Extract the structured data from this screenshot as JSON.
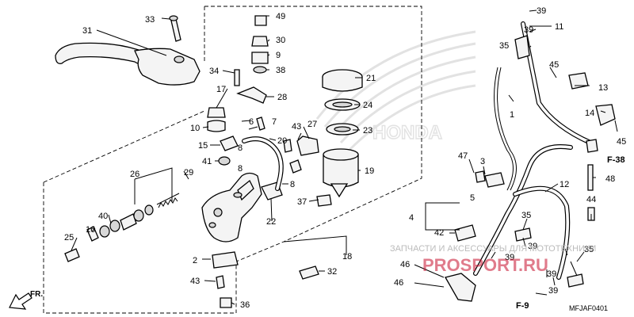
{
  "diagram": {
    "part_numbers": {
      "p1": "1",
      "p2": "2",
      "p3": "3",
      "p4": "4",
      "p5": "5",
      "p6": "6",
      "p7": "7",
      "p8a": "8",
      "p8b": "8",
      "p8c": "8",
      "p9": "9",
      "p10": "10",
      "p11": "11",
      "p12": "12",
      "p13": "13",
      "p14": "14",
      "p15": "15",
      "p16": "16",
      "p17": "17",
      "p18": "18",
      "p19": "19",
      "p20": "20",
      "p21": "21",
      "p22": "22",
      "p23": "23",
      "p24": "24",
      "p25": "25",
      "p26": "26",
      "p27": "27",
      "p28": "28",
      "p29": "29",
      "p30": "30",
      "p31": "31",
      "p32": "32",
      "p33": "33",
      "p34": "34",
      "p35a": "35",
      "p35b": "35",
      "p36": "36",
      "p37": "37",
      "p38": "38",
      "p39a": "39",
      "p39b": "39",
      "p39c": "39",
      "p39d": "39",
      "p39e": "39",
      "p39f": "39",
      "p40": "40",
      "p41": "41",
      "p42": "42",
      "p43a": "43",
      "p43b": "43",
      "p44": "44",
      "p45a": "45",
      "p45b": "45",
      "p46a": "46",
      "p46b": "46",
      "p47": "47",
      "p48": "48",
      "p49": "49"
    },
    "references": {
      "f38": "F-38",
      "f9": "F-9"
    },
    "direction_label": "FR.",
    "diagram_code": "MFJAF0401",
    "watermark_text": "ЗАПЧАСТИ И АКСЕССУАРЫ ДЛЯ МОТОТЕХНИКИ",
    "brand_text": "PROSPORT.RU",
    "background_logo": "HONDA"
  }
}
